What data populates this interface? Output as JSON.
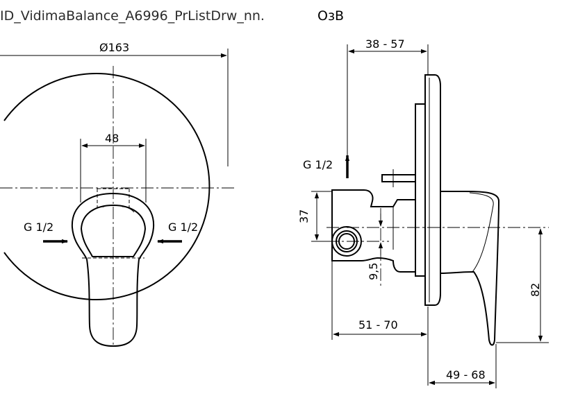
{
  "title": {
    "name": "ID_VidimaBalance_A6996_PrListDrw_nn.",
    "suffix": "ОзВ"
  },
  "front_view": {
    "dim_diameter": "Ø163",
    "dim_handle_width": "48",
    "inlet_left": "G 1/2",
    "inlet_right": "G 1/2"
  },
  "side_view": {
    "dim_top": "38 - 57",
    "outlet": "G 1/2",
    "dim_37": "37",
    "dim_9_5": "9,5",
    "dim_51_70": "51 - 70",
    "dim_82": "82",
    "dim_49_68": "49 - 68"
  }
}
